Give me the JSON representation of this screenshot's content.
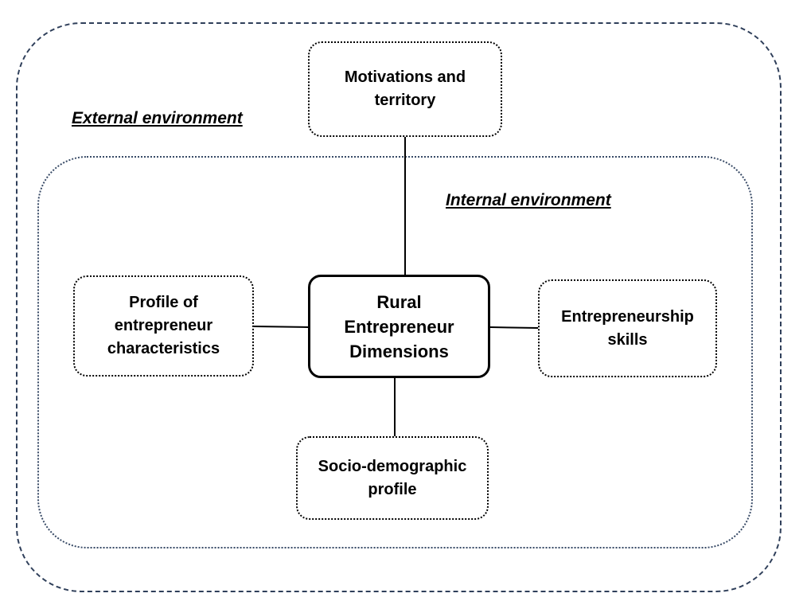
{
  "environments": {
    "external_label": "External environment",
    "internal_label": "Internal environment"
  },
  "nodes": {
    "center": {
      "lines": [
        "Rural",
        "Entrepreneur",
        "Dimensions"
      ]
    },
    "motivations": {
      "lines": [
        "Motivations and",
        "territory"
      ]
    },
    "profile": {
      "lines": [
        "Profile of",
        "entrepreneur",
        "characteristics"
      ]
    },
    "skills": {
      "lines": [
        "Entrepreneurship",
        "skills"
      ]
    },
    "socio": {
      "lines": [
        "Socio-demographic",
        "profile"
      ]
    }
  },
  "edges": [
    {
      "from": "center",
      "to": "motivations"
    },
    {
      "from": "center",
      "to": "profile"
    },
    {
      "from": "center",
      "to": "skills"
    },
    {
      "from": "center",
      "to": "socio"
    }
  ]
}
